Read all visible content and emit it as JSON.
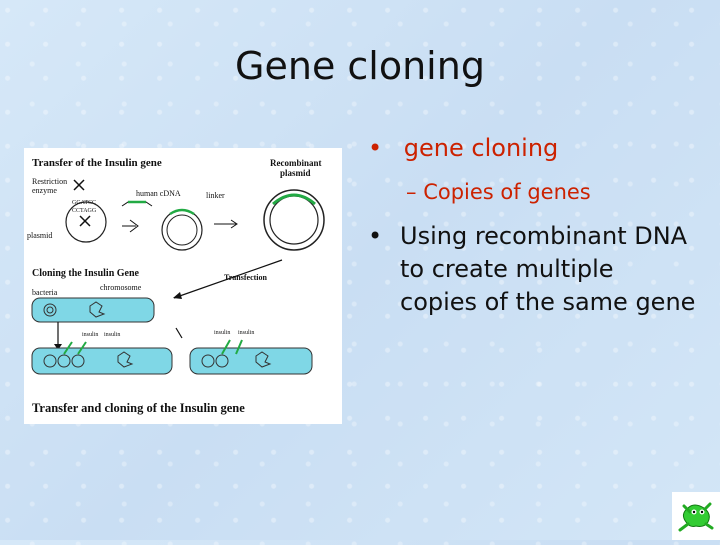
{
  "slide": {
    "title": "Gene cloning",
    "bullets": [
      {
        "text": "gene cloning",
        "color": "#cc2200"
      },
      {
        "text": "Copies of genes",
        "prefix": "–",
        "color": "#cc2200"
      },
      {
        "text": "Using recombinant DNA to create multiple copies of the same gene",
        "color": "#111111"
      }
    ],
    "bullet_glyph": "•"
  },
  "figure": {
    "title_top": "Transfer of the Insulin gene",
    "label_restriction": "Restriction",
    "label_enzyme": "enzyme",
    "label_seq1": "GGATCC",
    "label_seq2": "CCTAGG",
    "label_plasmid": "plasmid",
    "label_human_cdna": "human cDNA",
    "label_linker": "linker",
    "label_recombinant": "Recombinant",
    "label_recombinant2": "plasmid",
    "label_cloning": "Cloning the Insulin Gene",
    "label_transfection": "Transfection",
    "label_bacteria": "bacteria",
    "label_chromosome": "chromosome",
    "label_insulin": "insulin",
    "caption": "Transfer and cloning of the Insulin gene"
  },
  "logo": {
    "icon": "frog-icon"
  }
}
